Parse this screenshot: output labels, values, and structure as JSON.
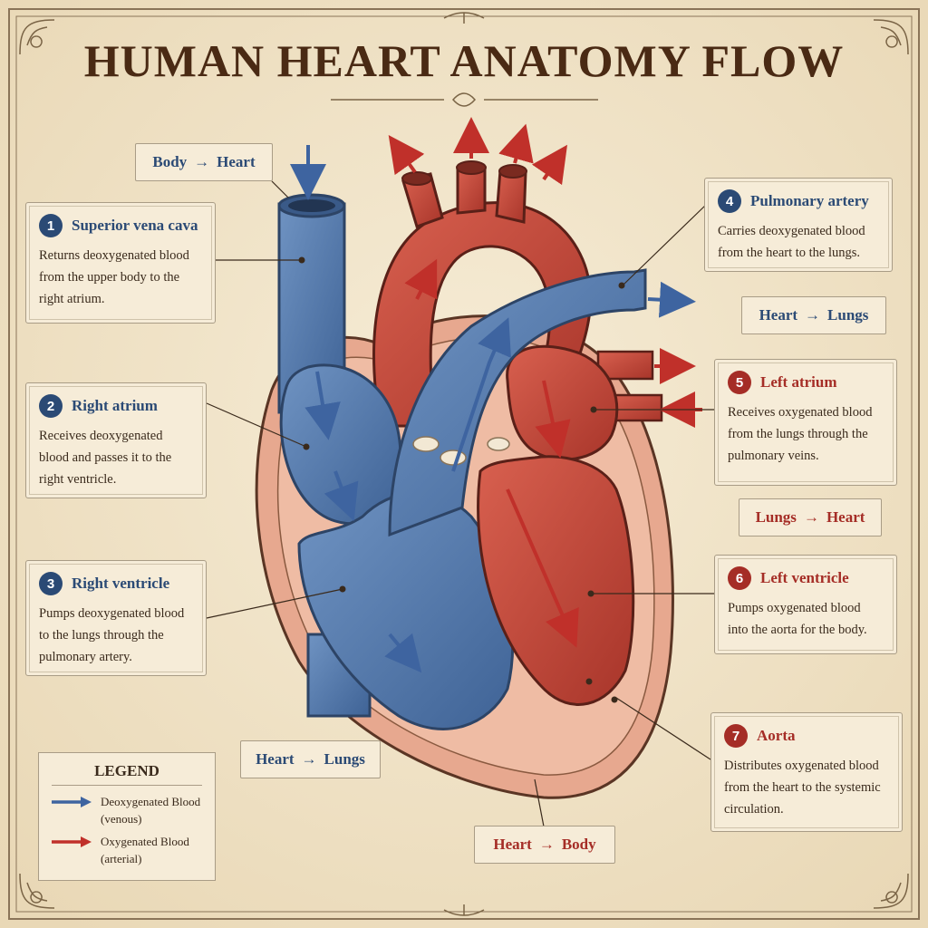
{
  "title": "HUMAN HEART ANATOMY FLOW",
  "colors": {
    "deoxygenated": "#4a72a8",
    "oxygenated": "#c0392b",
    "paper": "#f3e7cf",
    "ink": "#3a2a1c"
  },
  "parts": [
    {
      "num": "1",
      "name": "Superior vena cava",
      "desc": [
        "Returns deoxygenated blood",
        "from the upper body to the",
        "right atrium."
      ]
    },
    {
      "num": "2",
      "name": "Right atrium",
      "desc": [
        "Receives deoxygenated",
        "blood and passes it to the",
        "right ventricle."
      ]
    },
    {
      "num": "3",
      "name": "Right ventricle",
      "desc": [
        "Pumps deoxygenated blood",
        "to the lungs through the",
        "pulmonary artery."
      ]
    },
    {
      "num": "4",
      "name": "Pulmonary artery",
      "desc": [
        "Carries deoxygenated blood",
        "from the heart to the lungs."
      ]
    },
    {
      "num": "5",
      "name": "Left atrium",
      "desc": [
        "Receives oxygenated blood",
        "from the lungs through the",
        "pulmonary veins."
      ]
    },
    {
      "num": "6",
      "name": "Left ventricle",
      "desc": [
        "Pumps oxygenated blood",
        "into the aorta for the body."
      ]
    },
    {
      "num": "7",
      "name": "Aorta",
      "desc": [
        "Distributes oxygenated blood",
        "from the heart to the systemic",
        "circulation."
      ]
    }
  ],
  "flows": {
    "body_to_heart": {
      "from": "Body",
      "to": "Heart"
    },
    "heart_to_lungs_right": {
      "from": "Heart",
      "to": "Lungs"
    },
    "lungs_to_heart": {
      "from": "Lungs",
      "to": "Heart"
    },
    "heart_to_lungs_bottom": {
      "from": "Heart",
      "to": "Lungs"
    },
    "heart_to_body": {
      "from": "Heart",
      "to": "Body"
    }
  },
  "flow_arrow": "→",
  "legend": {
    "title": "LEGEND",
    "deoxygenated": [
      "Deoxygenated Blood",
      "(venous)"
    ],
    "oxygenated": [
      "Oxygenated Blood",
      "(arterial)"
    ]
  }
}
